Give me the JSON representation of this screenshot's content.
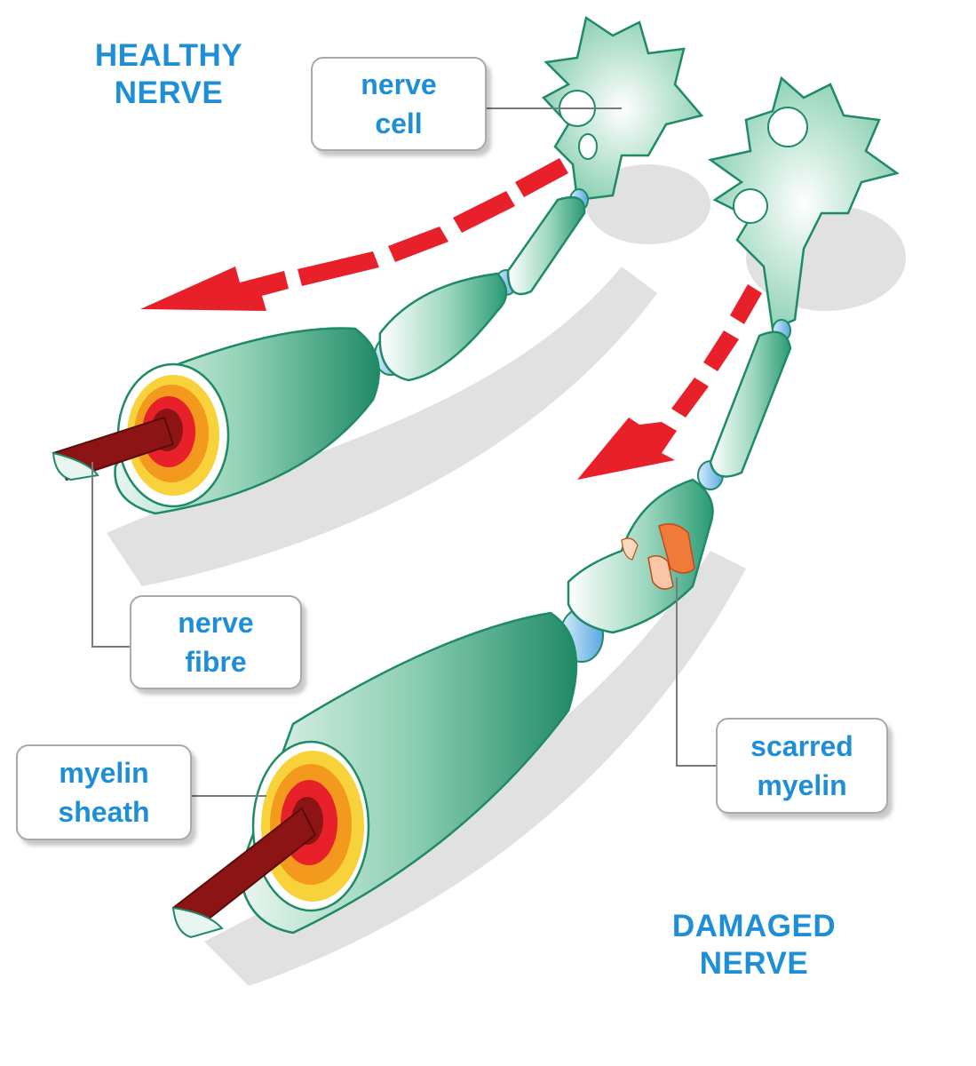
{
  "headings": {
    "healthy": [
      "HEALTHY",
      "NERVE"
    ],
    "damaged": [
      "DAMAGED",
      "NERVE"
    ]
  },
  "labels": {
    "nerve_cell": [
      "nerve",
      "cell"
    ],
    "nerve_fibre": [
      "nerve",
      "fibre"
    ],
    "myelin_sheath": [
      "myelin",
      "sheath"
    ],
    "scarred_myelin": [
      "scarred",
      "myelin"
    ]
  },
  "colors": {
    "text_blue": "#1e8fd6",
    "myelin_green": "#2e9a78",
    "node_blue": "#6fb5e8",
    "arrow_red": "#e8202a",
    "core_dark_red": "#8c1414",
    "core_orange": "#f39a1e",
    "core_yellow": "#f7d23a"
  }
}
